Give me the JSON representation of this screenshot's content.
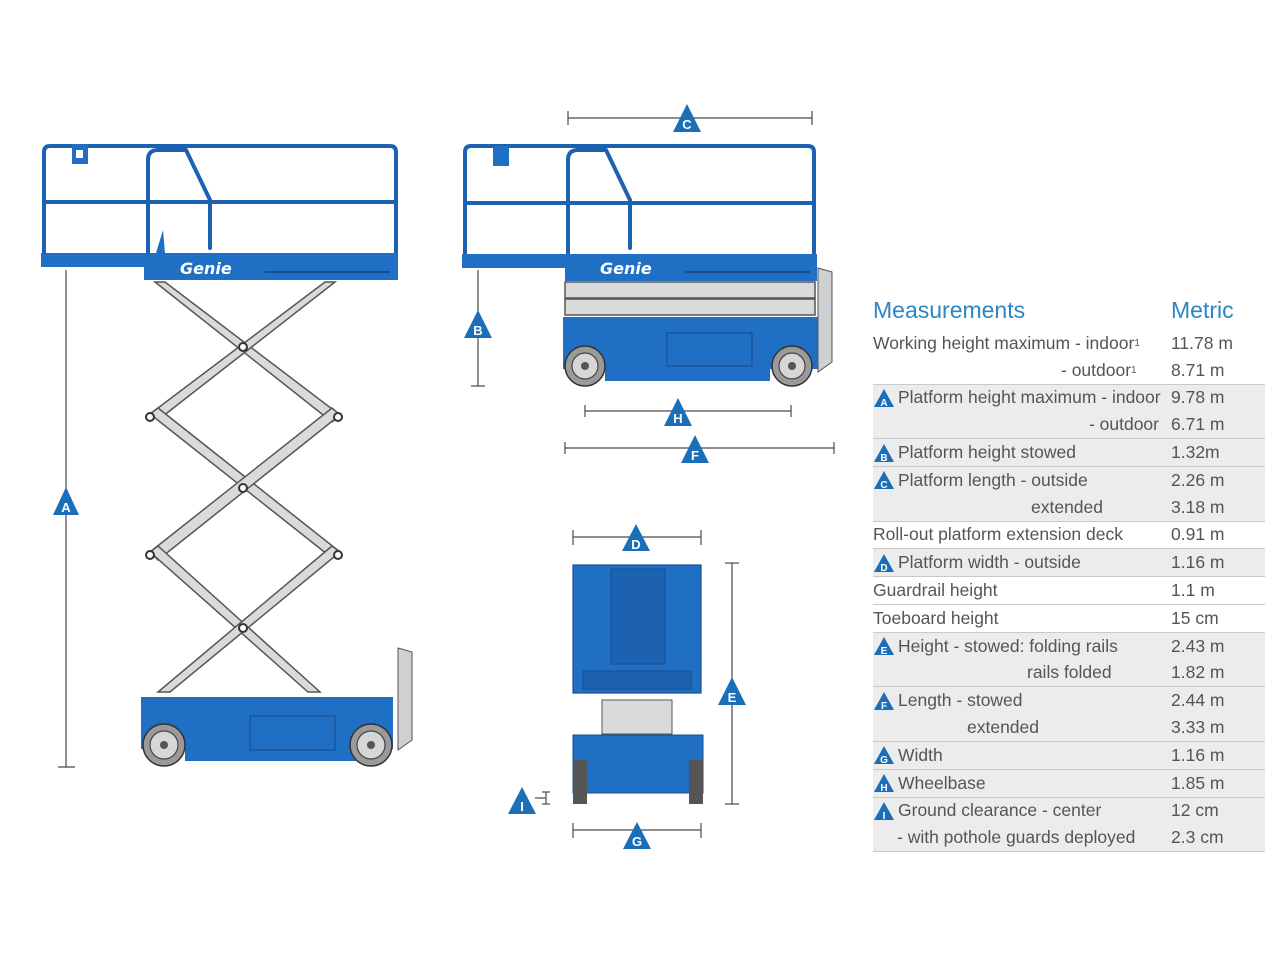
{
  "brand": "Genie",
  "colors": {
    "accent": "#2a86c7",
    "machine_blue": "#1f6fc5",
    "badge_blue": "#1a6fb8",
    "row_shade": "#ececec",
    "text": "#555555"
  },
  "diagram_labels": {
    "A": "A",
    "B": "B",
    "C": "C",
    "D": "D",
    "E": "E",
    "F": "F",
    "G": "G",
    "H": "H",
    "I": "I"
  },
  "table": {
    "title": "Measurements",
    "unit_header": "Metric",
    "groups": [
      {
        "badge": null,
        "shaded": false,
        "rows": [
          {
            "label": "Working height maximum  - indoor",
            "sup": "1",
            "value": "11.78 m",
            "align": "left"
          },
          {
            "label": "- outdoor",
            "sup": "1",
            "value": "8.71 m",
            "align": "right-outdoor1"
          }
        ]
      },
      {
        "badge": "A",
        "shaded": true,
        "rows": [
          {
            "label": "Platform height maximum - indoor",
            "value": "9.78 m",
            "align": "left"
          },
          {
            "label": "- outdoor",
            "value": "6.71 m",
            "align": "right"
          }
        ]
      },
      {
        "badge": "B",
        "shaded": true,
        "rows": [
          {
            "label": "Platform height stowed",
            "value": "1.32m",
            "align": "left"
          }
        ]
      },
      {
        "badge": "C",
        "shaded": true,
        "rows": [
          {
            "label": "Platform length - outside",
            "value": "2.26 m",
            "align": "left"
          },
          {
            "label": "extended",
            "value": "3.18 m",
            "align": "indent"
          }
        ]
      },
      {
        "badge": null,
        "shaded": false,
        "rows": [
          {
            "label": "Roll-out platform extension deck",
            "value": "0.91 m",
            "align": "left"
          }
        ]
      },
      {
        "badge": "D",
        "shaded": true,
        "rows": [
          {
            "label": "Platform width - outside",
            "value": "1.16 m",
            "align": "left"
          }
        ]
      },
      {
        "badge": null,
        "shaded": false,
        "rows": [
          {
            "label": "Guardrail height",
            "value": "1.1 m",
            "align": "left"
          }
        ]
      },
      {
        "badge": null,
        "shaded": false,
        "rows": [
          {
            "label": "Toeboard height",
            "value": "15 cm",
            "align": "left"
          }
        ]
      },
      {
        "badge": "E",
        "shaded": true,
        "rows": [
          {
            "label": "Height - stowed: folding rails",
            "value": "2.43 m",
            "align": "left"
          },
          {
            "label": "rails folded",
            "value": "1.82 m",
            "align": "indent-e"
          }
        ]
      },
      {
        "badge": "F",
        "shaded": true,
        "rows": [
          {
            "label": "Length - stowed",
            "value": "2.44 m",
            "align": "left"
          },
          {
            "label": "extended",
            "value": "3.33 m",
            "align": "indent-f"
          }
        ]
      },
      {
        "badge": "G",
        "shaded": true,
        "rows": [
          {
            "label": "Width",
            "value": "1.16 m",
            "align": "left"
          }
        ]
      },
      {
        "badge": "H",
        "shaded": true,
        "rows": [
          {
            "label": "Wheelbase",
            "value": "1.85 m",
            "align": "left"
          }
        ]
      },
      {
        "badge": "I",
        "shaded": true,
        "rows": [
          {
            "label": "Ground clearance - center",
            "value": "12 cm",
            "align": "left"
          },
          {
            "label": "- with pothole guards deployed",
            "value": "2.3 cm",
            "align": "indent-i"
          }
        ]
      }
    ]
  }
}
